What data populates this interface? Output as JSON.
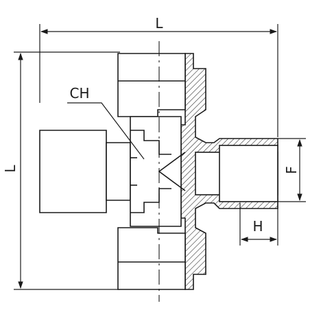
{
  "labels": {
    "overall_length_horizontal": "L",
    "overall_length_vertical": "L",
    "wrench_size": "CH",
    "thread_diameter": "F",
    "thread_length": "H"
  },
  "colors": {
    "line": "#1a1a1a",
    "background": "#ffffff"
  }
}
